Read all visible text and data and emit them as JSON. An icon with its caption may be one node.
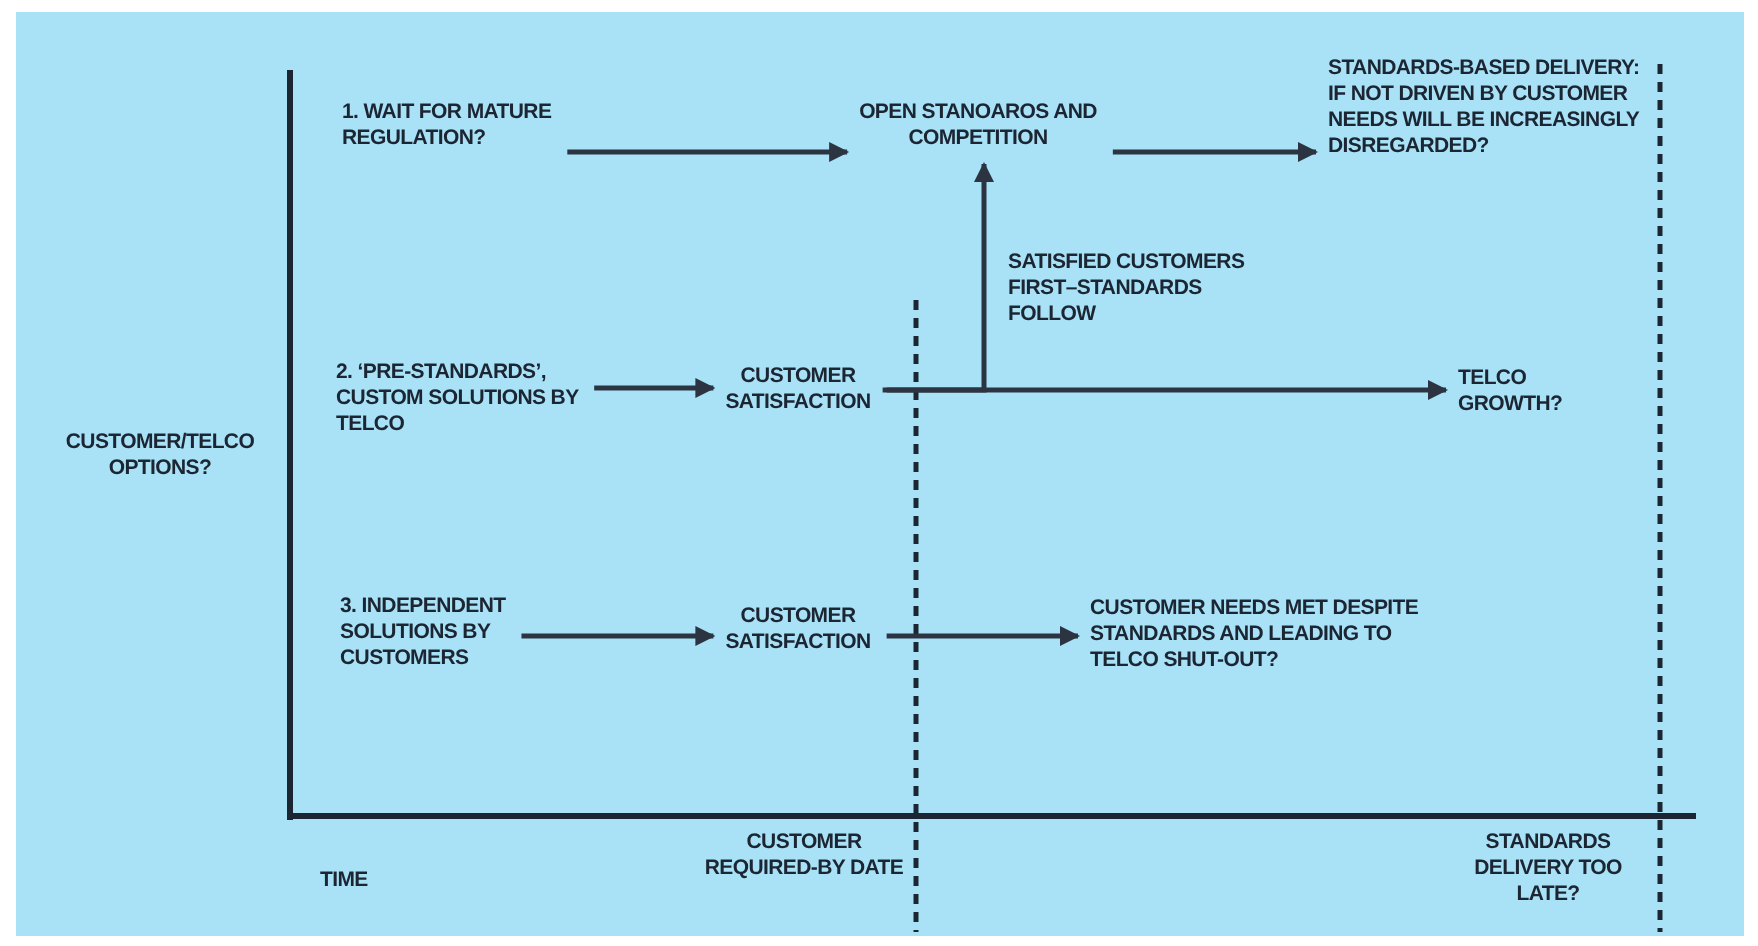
{
  "diagram": {
    "nodes": [
      {
        "text": [
          "1. WAIT FOR MATURE REGULATION?"
        ]
      },
      {
        "text": [
          "OPEN STANOAROS AND COMPETITION"
        ]
      },
      {
        "text": [
          "STANDARDS-BASED DELIVERY: IF NOT DRIVEN BY CUSTOMER NEEDS WILL BE INCREASINGLY DISREGARDED?"
        ]
      },
      {
        "text": [
          "2. ‘PRE-STANDARDS’, CUSTOM SOLUTIONS BY TELCO"
        ]
      },
      {
        "text": [
          "CUSTOMER SATISFACTION"
        ]
      },
      {
        "text": [
          "TELCO GROWTH?"
        ]
      },
      {
        "text": [
          "3. INDEPENDENT SOLUTIONS BY CUSTOMERS"
        ]
      },
      {
        "text": [
          "CUSTOMER SATISFACTION"
        ]
      },
      {
        "text": [
          "CUSTOMER NEEDS MET DESPITE STANDARDS AND LEADING TO TELCO SHUT-OUT?"
        ]
      }
    ],
    "edges": [
      {
        "from": 0,
        "to": 1,
        "arrow": "to"
      },
      {
        "from": 1,
        "to": 2,
        "arrow": "to"
      },
      {
        "from": 3,
        "to": 4,
        "arrow": "to"
      },
      {
        "from": 4,
        "to": 5,
        "arrow": "to"
      },
      {
        "from": 4,
        "to": 1,
        "arrow": "to",
        "label": "SATISFIED CUSTOMERS FIRST–STANDARDS FOLLOW"
      },
      {
        "from": 6,
        "to": 7,
        "arrow": "to"
      },
      {
        "from": 7,
        "to": 8,
        "arrow": "to"
      }
    ],
    "labels": [
      "CUSTOMER/TELCO OPTIONS?",
      "TIME",
      "CUSTOMER REQUIRED-BY DATE",
      "STANDARDS DELIVERY TOO LATE?"
    ]
  }
}
